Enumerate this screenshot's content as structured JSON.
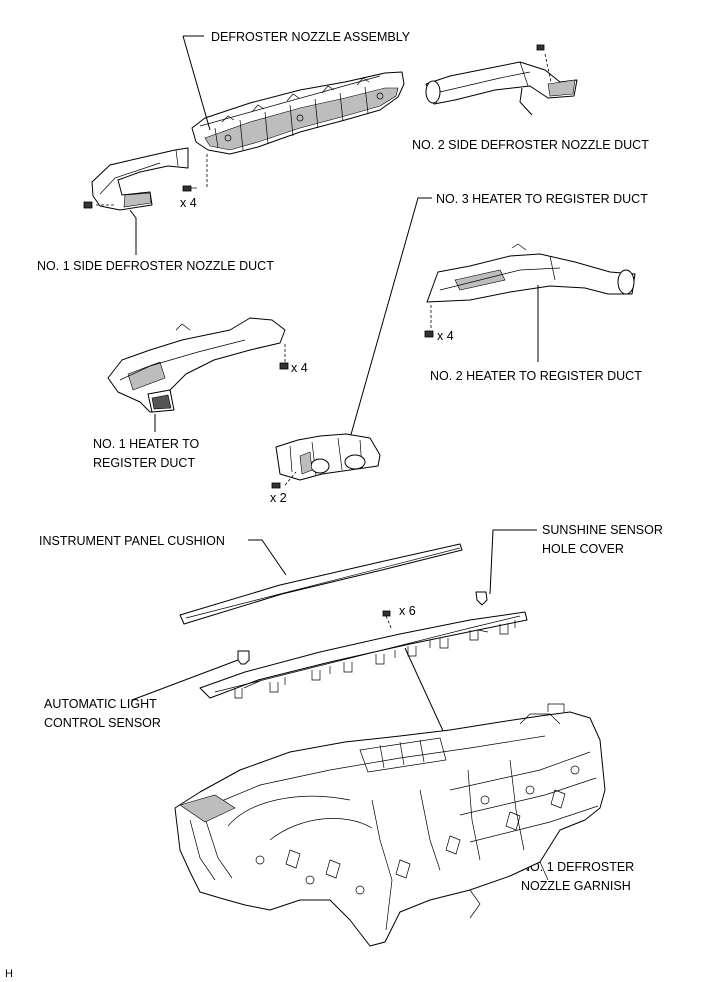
{
  "labels": {
    "defroster_nozzle_assembly": "DEFROSTER NOZZLE ASSEMBLY",
    "no2_side_defroster_nozzle_duct": "NO. 2 SIDE DEFROSTER NOZZLE DUCT",
    "no1_side_defroster_nozzle_duct": "NO. 1 SIDE DEFROSTER NOZZLE DUCT",
    "no3_heater_to_register_duct": "NO. 3 HEATER TO REGISTER DUCT",
    "no2_heater_to_register_duct": "NO. 2 HEATER TO REGISTER DUCT",
    "no1_heater_to_register_duct_line1": "NO. 1 HEATER TO",
    "no1_heater_to_register_duct_line2": "REGISTER DUCT",
    "instrument_panel_cushion": "INSTRUMENT PANEL CUSHION",
    "sunshine_sensor_line1": "SUNSHINE SENSOR",
    "sunshine_sensor_line2": "HOLE COVER",
    "automatic_light_line1": "AUTOMATIC LIGHT",
    "automatic_light_line2": "CONTROL SENSOR",
    "no1_defroster_garnish_line1": "NO. 1 DEFROSTER",
    "no1_defroster_garnish_line2": "NOZZLE GARNISH"
  },
  "quantities": {
    "defroster_screws": "x 4",
    "no2_heater_duct_screws": "x 4",
    "no1_heater_duct_screws": "x 4",
    "no3_heater_duct_screws": "x 2",
    "garnish_screws": "x 6"
  },
  "corner_code": "H"
}
